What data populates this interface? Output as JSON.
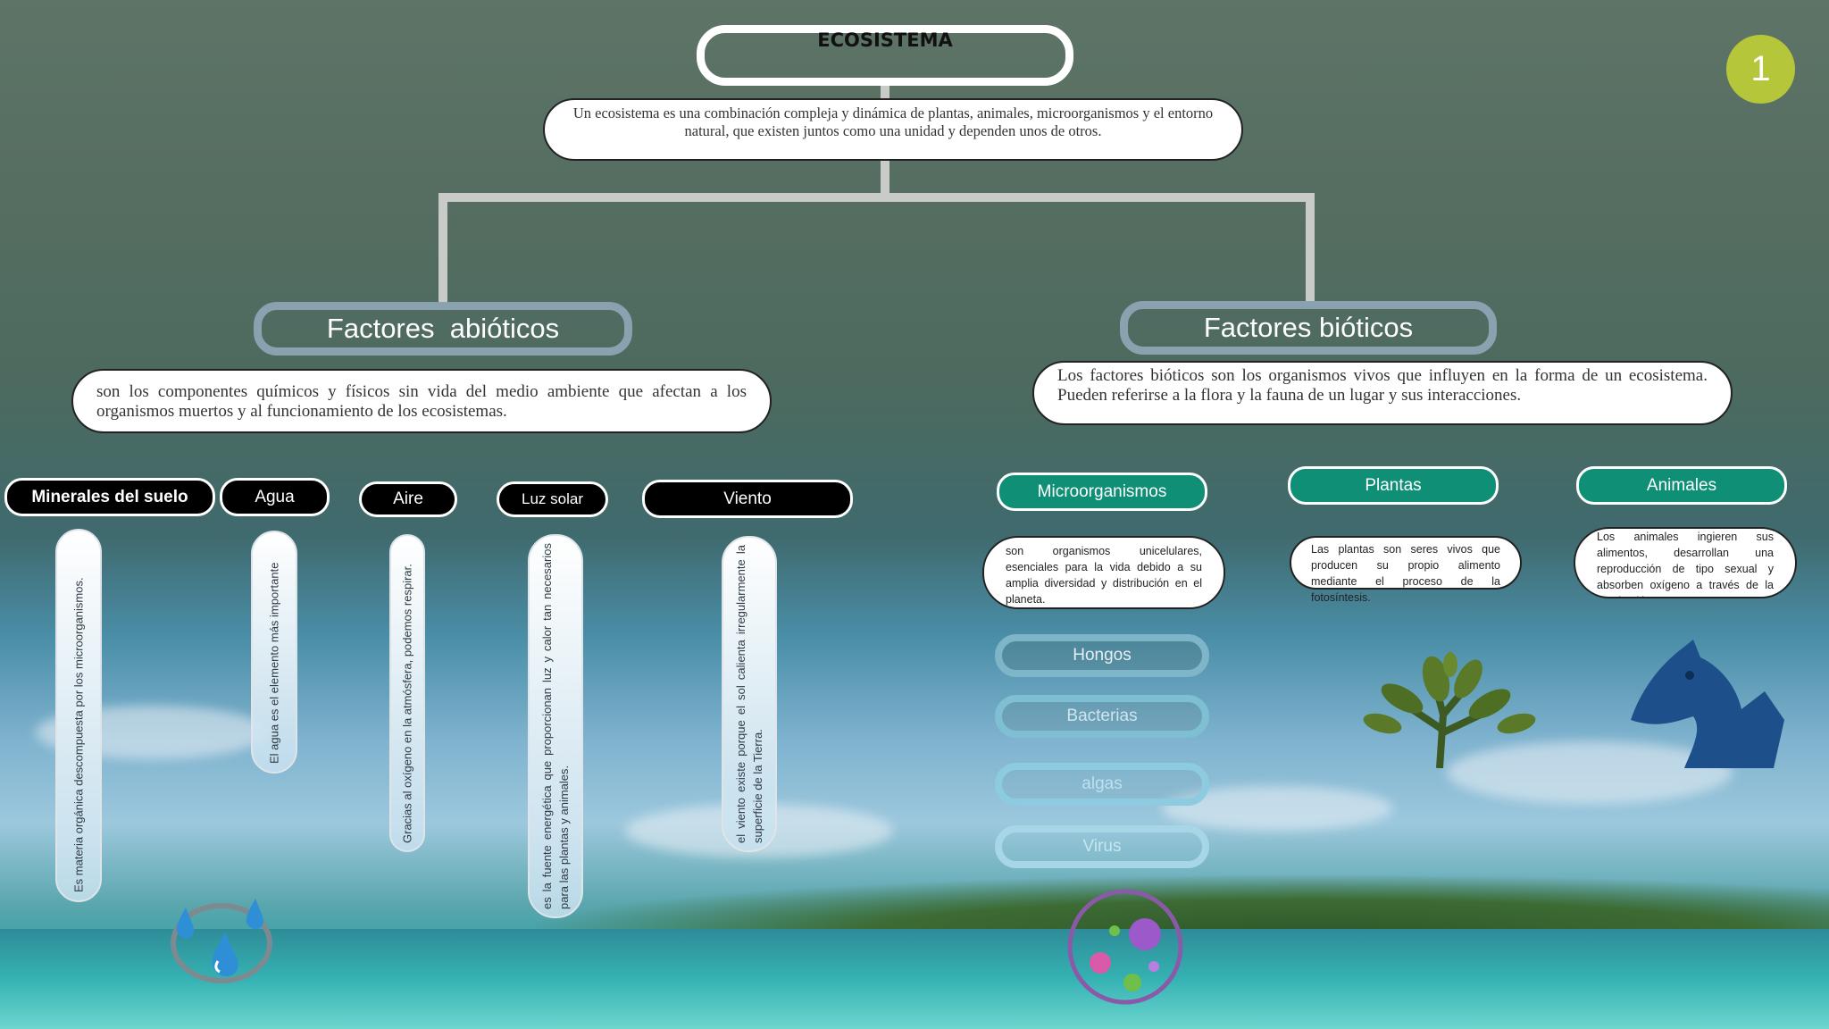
{
  "page_number": "1",
  "root": {
    "title": "ECOSISTEMA",
    "definition": "Un ecosistema es una combinación compleja y dinámica de plantas, animales, microorganismos y el entorno natural, que existen juntos como una unidad y dependen unos de otros."
  },
  "abioticos": {
    "title": "Factores  abióticos",
    "definition": "son los componentes químicos y físicos sin vida del medio ambiente que afectan a los organismos muertos y al funcionamiento de los ecosistemas.",
    "items": [
      {
        "label": "Minerales del suelo",
        "text": "Es materia orgánica descompuesta por los microorganismos."
      },
      {
        "label": "Agua",
        "text": "El agua es el elemento más importante"
      },
      {
        "label": "Aire",
        "text": "Gracias al oxígeno en la atmósfera, podemos respirar."
      },
      {
        "label": "Luz solar",
        "text": "es la fuente energética que proporcionan luz y calor tan necesarios para las plantas y animales."
      },
      {
        "label": "Viento",
        "text": "el viento existe porque el sol calienta irregularmente la superficie de la Tierra."
      }
    ]
  },
  "bioticos": {
    "title": "Factores bióticos",
    "definition": "Los factores bióticos son los organismos vivos que influyen en la forma de un ecosistema. Pueden referirse a la flora y la fauna de un lugar y sus interacciones.",
    "microorganismos": {
      "label": "Microorganismos",
      "text": "son organismos unicelulares, esenciales para la vida debido a su amplia diversidad y distribución en el planeta.",
      "types": [
        "Hongos",
        "Bacterias",
        "algas",
        "Virus"
      ]
    },
    "plantas": {
      "label": "Plantas",
      "text": "Las plantas son seres vivos que producen su propio alimento mediante el proceso de la fotosíntesis."
    },
    "animales": {
      "label": "Animales",
      "text": "Los animales ingieren sus alimentos, desarrollan una reproducción de tipo sexual y absorben oxígeno a través de la respiración."
    }
  },
  "icons": [
    "water-drops-icon",
    "microbes-icon",
    "tree-icon",
    "horse-icon"
  ],
  "colors": {
    "teal": "#0e8f76",
    "accent_circle": "#b6c63a",
    "factor_border": "#8aa1b0",
    "connector": "#c9cbc8"
  }
}
